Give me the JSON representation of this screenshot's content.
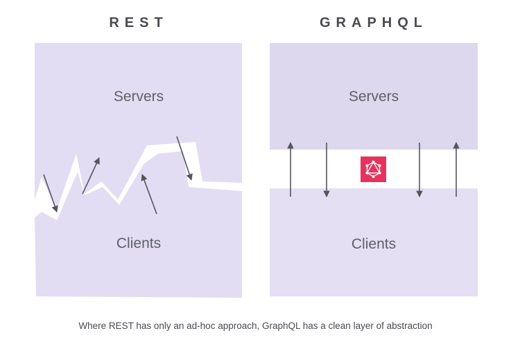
{
  "rest": {
    "heading": "REST",
    "servers_label": "Servers",
    "clients_label": "Clients"
  },
  "graphql": {
    "heading": "GRAPHQL",
    "servers_label": "Servers",
    "clients_label": "Clients",
    "logo_icon": "graphql-logo-icon"
  },
  "caption": "Where REST has only an ad-hoc approach, GraphQL has a clean layer of abstraction",
  "colors": {
    "server_fill": "#ddd8ee",
    "client_fill": "#e4dff3",
    "rest_fill": "#e2ddf3",
    "arrow": "#55555c",
    "logo_bg": "#e6335e",
    "logo_fg": "#ffffff",
    "text": "#5f5f66"
  }
}
